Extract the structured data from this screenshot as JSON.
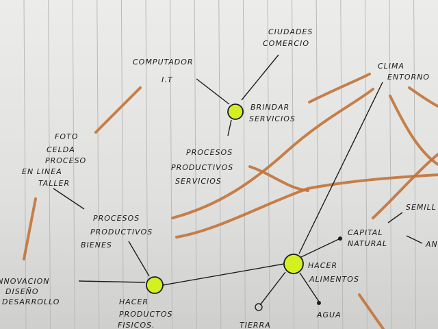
{
  "colors": {
    "paper": "#e4e4e2",
    "ink": "#1c1c1c",
    "marker": "#c27338",
    "node": "#d4f020"
  },
  "labels": {
    "ciudades": [
      "CIUDADES",
      "COMERCIO"
    ],
    "computador": [
      "COMPUTADOR",
      "I.T"
    ],
    "brindar": [
      "BRINDAR",
      "SERVICIOS"
    ],
    "proc_servicios": [
      "PROCESOS",
      "PRODUCTIVOS",
      "SERVICIOS"
    ],
    "foto": [
      "FOTO",
      "CELDA",
      "PROCESO",
      "EN LINEA",
      "TALLER"
    ],
    "proc_bienes": [
      "PROCESOS",
      "PRODUCTIVOS",
      "BIENES"
    ],
    "innovacion": [
      "INNOVACION",
      "DISEÑO",
      "DESARROLLO"
    ],
    "hacer_productos": [
      "HACER",
      "PRODUCTOS",
      "FISICOS."
    ],
    "clima": [
      "CLIMA",
      "ENTORNO"
    ],
    "semilla": "SEMILL",
    "capital": [
      "CAPITAL",
      "NATURAL"
    ],
    "an": "AN",
    "hacer_alimentos": [
      "HACER",
      "ALIMENTOS"
    ],
    "tierra": "TIERRA",
    "agua": "AGUA"
  }
}
